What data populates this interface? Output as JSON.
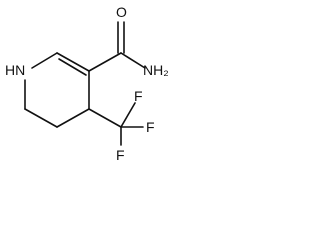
{
  "molecule": {
    "atom_labels": {
      "ring_nitrogen": "HN",
      "carbonyl_oxygen": "O",
      "amide_group": "NH₂",
      "fluorine_top": "F",
      "fluorine_right": "F",
      "fluorine_bottom": "F"
    }
  }
}
